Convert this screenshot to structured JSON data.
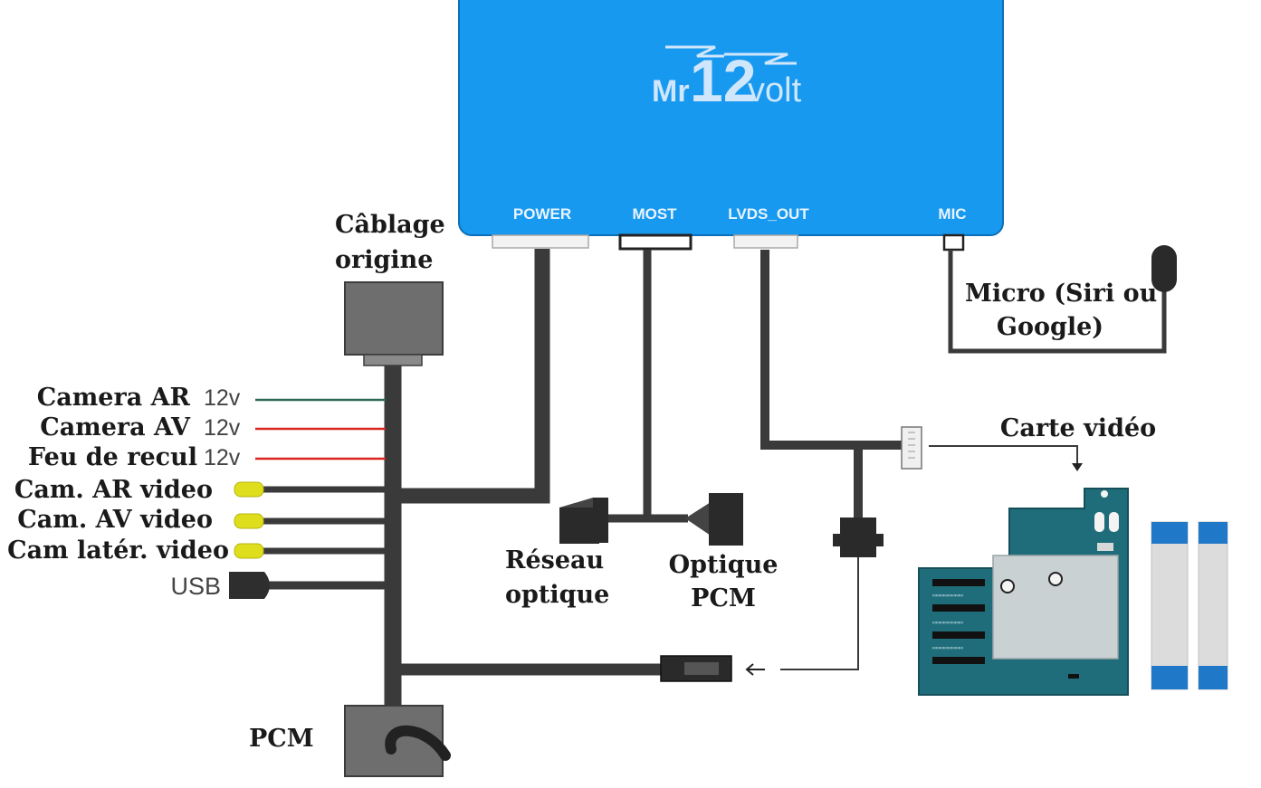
{
  "module": {
    "logo": {
      "prefix": "Mr",
      "number": "12",
      "suffix": "volt"
    },
    "ports": [
      "POWER",
      "MOST",
      "LVDS_OUT",
      "MIC"
    ],
    "color": "#1899f0"
  },
  "labels": {
    "cablage": [
      "Câblage",
      "origine"
    ],
    "camera_ar": "Camera AR",
    "camera_av": "Camera AV",
    "feu_recul": "Feu de recul",
    "volt": "12v",
    "cam_ar_video": "Cam. AR video",
    "cam_av_video": "Cam. AV video",
    "cam_later_video": "Cam latér. video",
    "usb": "USB",
    "pcm": "PCM",
    "reseau_optique": [
      "Réseau",
      "optique"
    ],
    "optique_pcm": [
      "Optique",
      "PCM"
    ],
    "micro": [
      "Micro (Siri ou",
      "Google)"
    ],
    "carte_video": "Carte vidéo"
  },
  "colors": {
    "cable": "#3a3a3a",
    "wire_green": "#2e6b55",
    "wire_red": "#d9261c",
    "rca_yellow": "#dede1c",
    "pcb": "#1f6d7a",
    "ribbon_blue": "#1f78c8"
  },
  "icons": [
    "usb-plug-icon",
    "rca-plug-icon",
    "microphone-icon",
    "arrow-left-icon",
    "arrow-down-icon"
  ]
}
